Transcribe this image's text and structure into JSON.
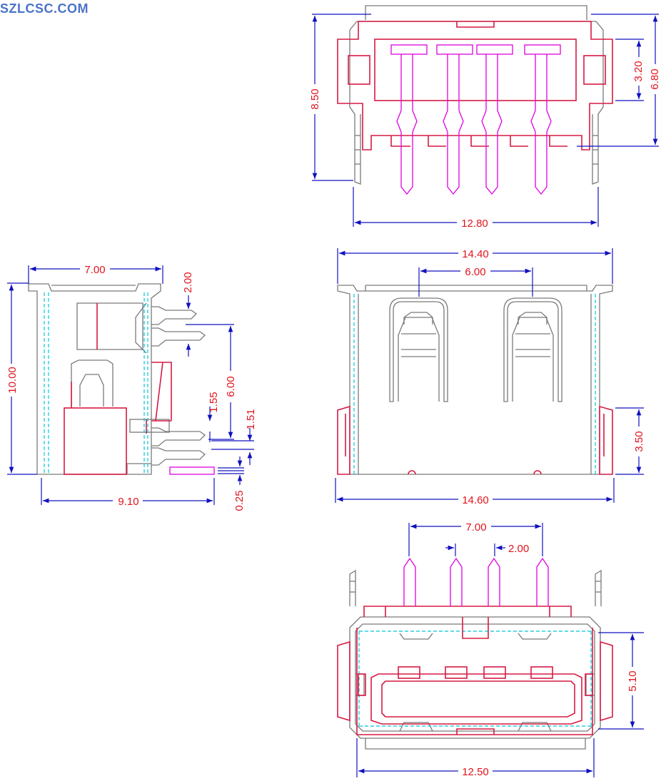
{
  "brand": "SZLCSC.COM",
  "colors": {
    "outline": "#7a7a7a",
    "body": "#d61a44",
    "pins": "#e000e0",
    "dimension": "#1010c0",
    "dim_text": "#e0141e",
    "hidden": "#00c8d8"
  },
  "dimensions": {
    "top_height": "8.50",
    "top_pin_window": "3.20",
    "top_body": "6.80",
    "top_width": "12.80",
    "side_depth": "7.00",
    "side_pitch": "2.00",
    "side_row_spacing": "6.00",
    "side_height": "10.00",
    "side_offset_a": "1.55",
    "side_offset_b": "1.51",
    "side_length": "9.10",
    "side_standoff": "0.25",
    "front_top_width": "14.40",
    "front_contact_spacing": "6.00",
    "front_tab_height": "3.50",
    "front_width": "14.60",
    "bottom_pin_span": "7.00",
    "bottom_pitch": "2.00",
    "bottom_opening_height": "5.10",
    "bottom_width": "12.50"
  }
}
